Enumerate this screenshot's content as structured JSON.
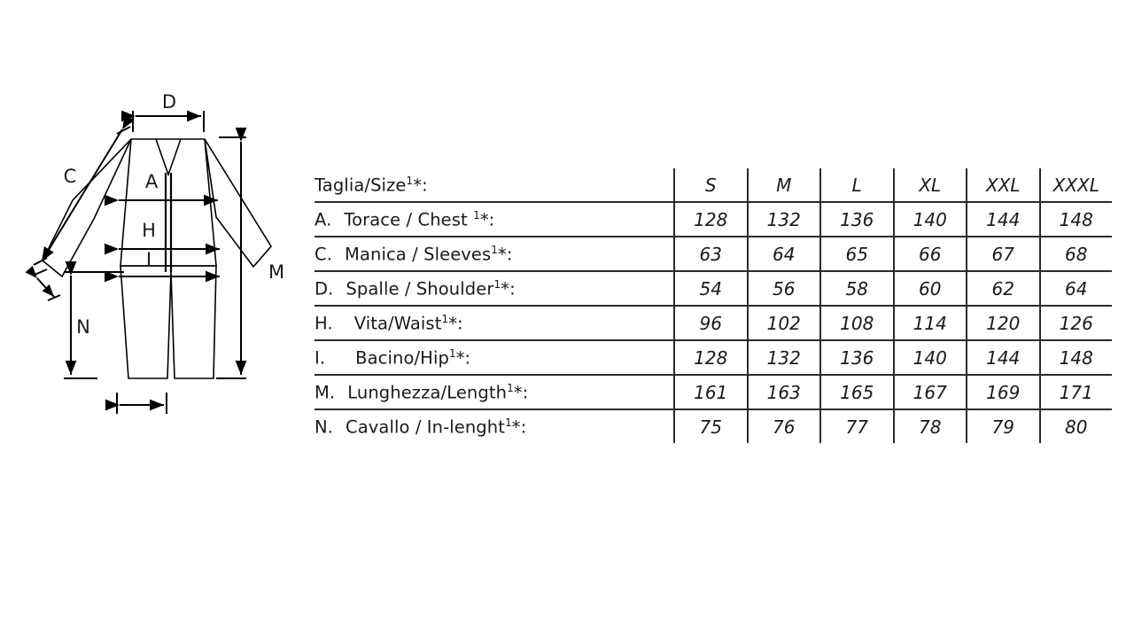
{
  "diagram": {
    "title": "coverall-measurement-diagram",
    "dimension_labels": [
      {
        "key": "D",
        "label": "D",
        "meaning": "shoulder-width"
      },
      {
        "key": "C",
        "label": "C",
        "meaning": "sleeve-length"
      },
      {
        "key": "A",
        "label": "A",
        "meaning": "chest"
      },
      {
        "key": "H",
        "label": "H",
        "meaning": "waist"
      },
      {
        "key": "I",
        "label": "I",
        "meaning": "hip"
      },
      {
        "key": "M",
        "label": "M",
        "meaning": "total-length"
      },
      {
        "key": "N",
        "label": "N",
        "meaning": "inside-leg-length"
      }
    ]
  },
  "table": {
    "header": {
      "label": "Taglia/Size",
      "sup": "1",
      "suffix": "*:",
      "sizes": [
        "S",
        "M",
        "L",
        "XL",
        "XXL",
        "XXXL"
      ]
    },
    "rows": [
      {
        "code": "A.",
        "name": "Torace / Chest ",
        "sup": "1",
        "suffix": "*:",
        "indent": 14,
        "values": [
          "128",
          "132",
          "136",
          "140",
          "144",
          "148"
        ]
      },
      {
        "code": "C.",
        "name": "Manica / Sleeves",
        "sup": "1",
        "suffix": "*:",
        "indent": 14,
        "values": [
          "63",
          "64",
          "65",
          "66",
          "67",
          "68"
        ]
      },
      {
        "code": "D.",
        "name": "Spalle / Shoulder",
        "sup": "1",
        "suffix": "*:",
        "indent": 14,
        "values": [
          "54",
          "56",
          "58",
          "60",
          "62",
          "64"
        ]
      },
      {
        "code": "H.",
        "name": "Vita/Waist",
        "sup": "1",
        "suffix": "*:",
        "indent": 24,
        "values": [
          "96",
          "102",
          "108",
          "114",
          "120",
          "126"
        ]
      },
      {
        "code": "I.",
        "name": "Bacino/Hip",
        "sup": "1",
        "suffix": "*:",
        "indent": 34,
        "values": [
          "128",
          "132",
          "136",
          "140",
          "144",
          "148"
        ]
      },
      {
        "code": "M.",
        "name": "Lunghezza/Length",
        "sup": "1",
        "suffix": "*:",
        "indent": 14,
        "values": [
          "161",
          "163",
          "165",
          "167",
          "169",
          "171"
        ]
      },
      {
        "code": "N.",
        "name": "Cavallo / In-lenght",
        "sup": "1",
        "suffix": "*:",
        "indent": 14,
        "values": [
          "75",
          "76",
          "77",
          "78",
          "79",
          "80"
        ]
      }
    ]
  },
  "colors": {
    "ink": "#1a1a1a",
    "rule": "#2b2b2b",
    "background": "#ffffff"
  }
}
